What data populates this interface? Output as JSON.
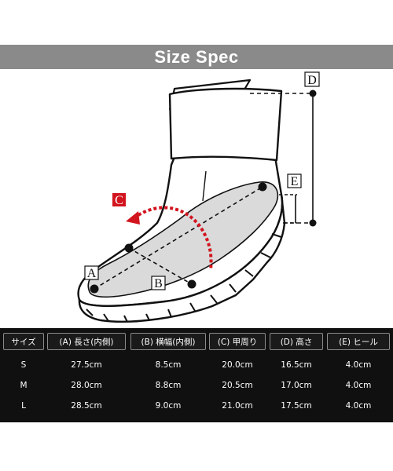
{
  "banner": {
    "title": "Size Spec"
  },
  "diagram": {
    "labels": {
      "a": "A",
      "b": "B",
      "c": "C",
      "d": "D",
      "e": "E"
    },
    "colors": {
      "accent": "#d2141e",
      "marker": "#111111",
      "outline": "#111111",
      "insole": "#d9d9d9"
    }
  },
  "table": {
    "headers": [
      "サイズ",
      "(A) 長さ(内側)",
      "(B) 横幅(内側)",
      "(C) 甲周り",
      "(D) 高さ",
      "(E) ヒール"
    ],
    "rows": [
      [
        "S",
        "27.5cm",
        "8.5cm",
        "20.0cm",
        "16.5cm",
        "4.0cm"
      ],
      [
        "M",
        "28.0cm",
        "8.8cm",
        "20.5cm",
        "17.0cm",
        "4.0cm"
      ],
      [
        "L",
        "28.5cm",
        "9.0cm",
        "21.0cm",
        "17.5cm",
        "4.0cm"
      ]
    ],
    "colors": {
      "background": "#101010",
      "header_border": "#8a8a8a"
    }
  }
}
